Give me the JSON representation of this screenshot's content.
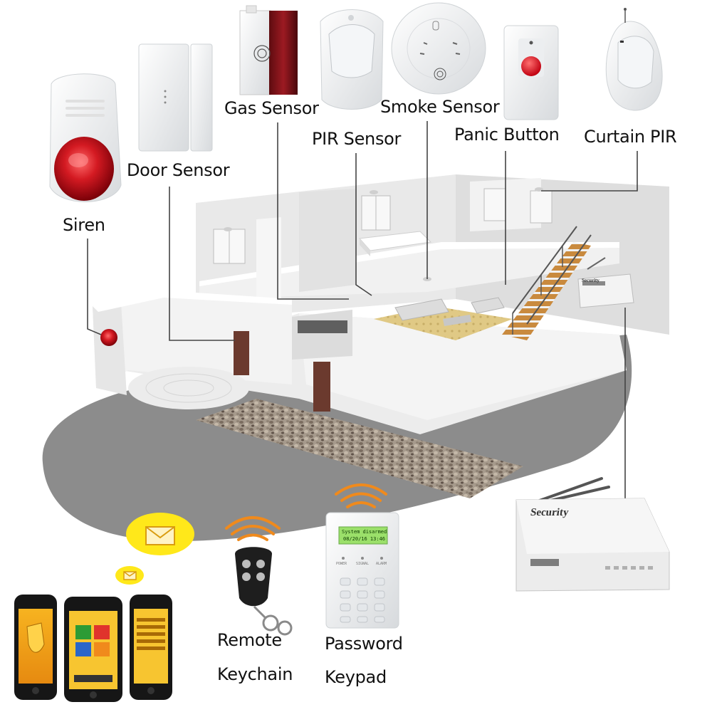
{
  "devices": {
    "siren": "Siren",
    "door_sensor": "Door Sensor",
    "gas_sensor": "Gas Sensor",
    "pir_sensor": "PIR Sensor",
    "smoke_sensor": "Smoke Sensor",
    "panic_button": "Panic Button",
    "curtain_pir": "Curtain PIR",
    "remote_keychain": [
      "Remote",
      "Keychain"
    ],
    "password_keypad": [
      "Password",
      "Keypad"
    ]
  },
  "keypad_screen": {
    "line1": "System disarmed",
    "line2": "08/20/16 13:46"
  },
  "keypad_indicators": [
    "POWER",
    "SIGNAL",
    "ALARM"
  ],
  "panel_brand": "Security",
  "colors": {
    "siren_red": "#c8101a",
    "panic_red": "#e0141e",
    "gas_band": "#7a1218",
    "signal_orange": "#f08a1c",
    "envelope_yellow": "#ffe81a",
    "floor_gray": "#8c8c8c",
    "rug_tan": "#e3cd8e",
    "wood_stair": "#c98a3e",
    "lcd_green": "#9be06a"
  },
  "icons": [
    "envelope-icon",
    "wifi-signal-icon",
    "phone-icon",
    "remote-keyfob-icon",
    "keypad-icon"
  ]
}
